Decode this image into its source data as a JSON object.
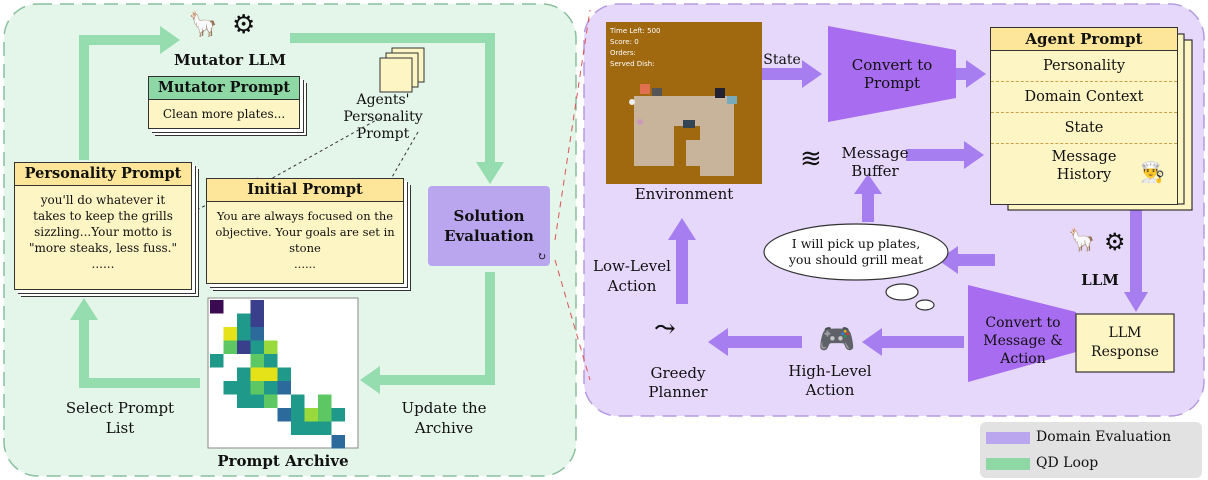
{
  "left_panel": {
    "mutator_llm": "Mutator LLM",
    "mutator_prompt": {
      "title": "Mutator Prompt",
      "text": "Clean more plates..."
    },
    "agents_personality": "Agents' Personality Prompt",
    "personality_prompt": {
      "title": "Personality Prompt",
      "lines": [
        "you'll do whatever it",
        "takes to keep the grills",
        "sizzling...Your motto is",
        "\"more steaks, less fuss.\"",
        "......"
      ]
    },
    "initial_prompt": {
      "title": "Initial Prompt",
      "lines": [
        "You are always focused on the",
        "objective. Your goals are set in",
        "stone",
        "......"
      ]
    },
    "solution_evaluation": [
      "Solution",
      "Evaluation"
    ],
    "select_prompt_list": [
      "Select Prompt",
      "List"
    ],
    "update_archive": [
      "Update the",
      "Archive"
    ],
    "prompt_archive": "Prompt Archive"
  },
  "right_panel": {
    "game_hud": [
      "Time Left: 500",
      "Score: 0",
      "Orders:",
      "Served Dish:"
    ],
    "environment": "Environment",
    "state_arrow": "State",
    "convert_to_prompt": [
      "Convert to",
      "Prompt"
    ],
    "agent_prompt": {
      "title": "Agent Prompt",
      "rows": [
        "Personality",
        "Domain Context",
        "State",
        "Message History"
      ]
    },
    "message_buffer": [
      "Message",
      "Buffer"
    ],
    "speech": [
      "I will pick up plates,",
      "you should grill meat"
    ],
    "llm": "LLM",
    "llm_response": [
      "LLM",
      "Response"
    ],
    "convert_msg_action": [
      "Convert to",
      "Message &",
      "Action"
    ],
    "high_level_action": [
      "High-Level",
      "Action"
    ],
    "greedy_planner": [
      "Greedy",
      "Planner"
    ],
    "low_level_action": [
      "Low-Level",
      "Action"
    ]
  },
  "legend": [
    {
      "label": "Domain Evaluation",
      "color": "#b9a6ee"
    },
    {
      "label": "QD Loop",
      "color": "#8ed8a6"
    }
  ],
  "colors": {
    "green_panel": "#e4f5ea",
    "purple_panel": "#e6d8fb",
    "green_arrow": "#95dcae",
    "purple_arrow": "#a77ef0",
    "trapezoid": "#a76cf0"
  },
  "icons": [
    "llama-icon",
    "openai-icon",
    "stack-icon",
    "gamepad-icon",
    "route-icon",
    "chef-icon"
  ]
}
